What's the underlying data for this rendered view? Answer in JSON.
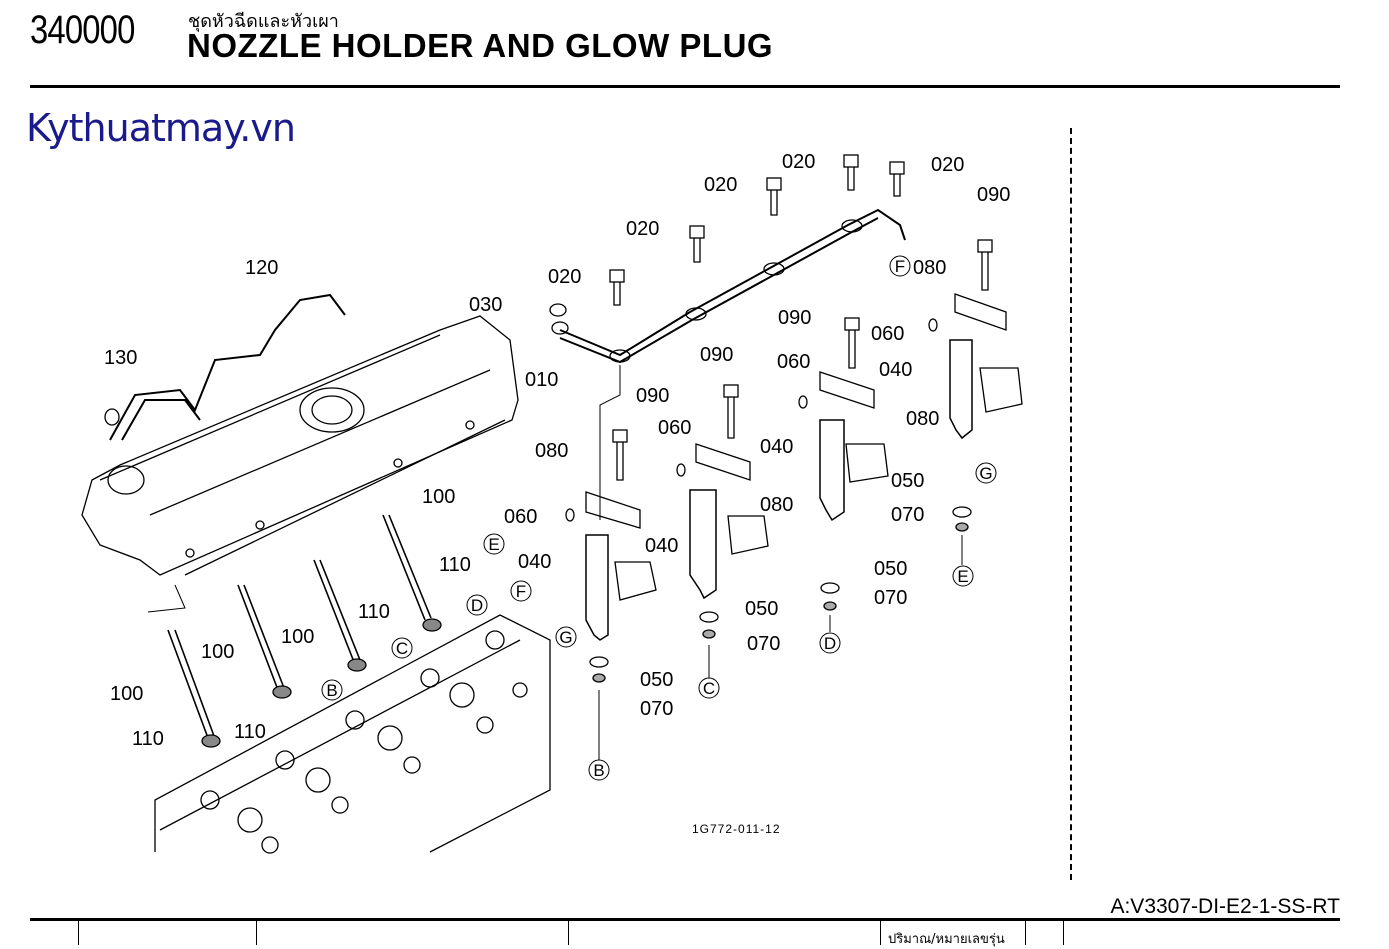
{
  "header": {
    "section_code": "340000",
    "title_th": "ชุดหัวฉีดและหัวเผา",
    "title_en": "NOZZLE HOLDER AND GLOW PLUG"
  },
  "watermark": "Kythuatmay.vn",
  "diagram": {
    "reference": "1G772-011-12",
    "callouts": [
      "010",
      "020",
      "030",
      "040",
      "050",
      "060",
      "070",
      "080",
      "090",
      "100",
      "110",
      "120",
      "130"
    ],
    "connector_letters": [
      "B",
      "C",
      "D",
      "E",
      "F",
      "G"
    ]
  },
  "footer": {
    "model_code": "A:V3307-DI-E2-1-SS-RT",
    "column_header": "ปริมาณ/หมายเลขรุ่น"
  }
}
